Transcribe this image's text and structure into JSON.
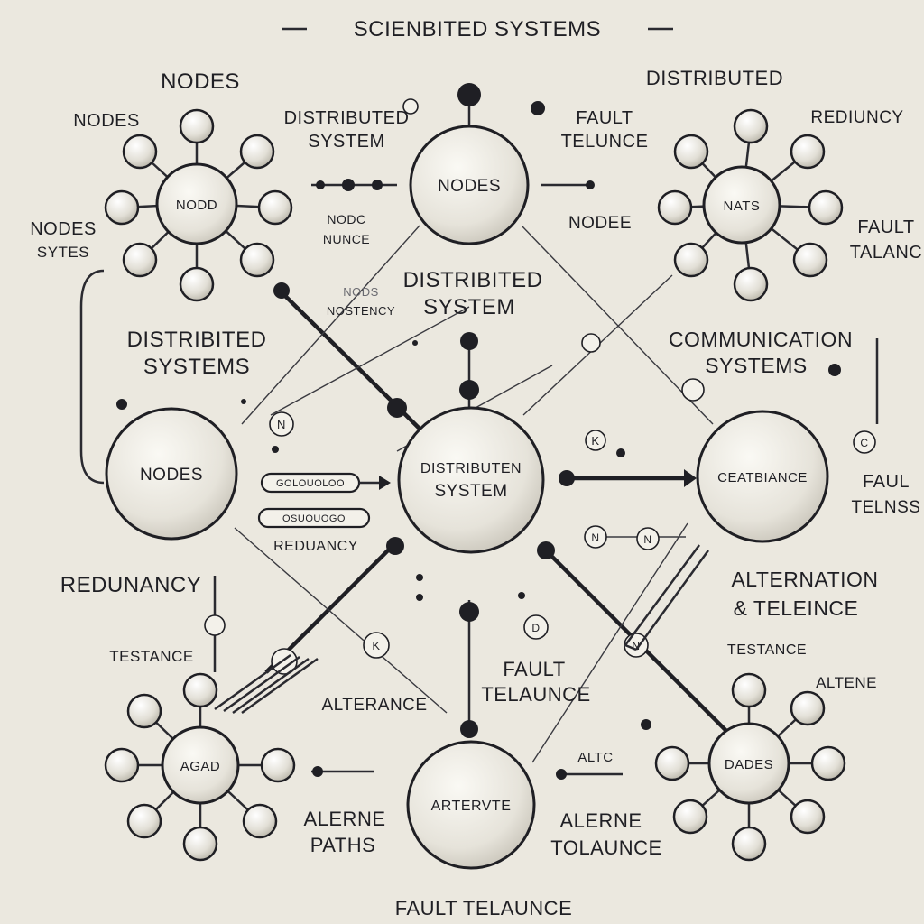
{
  "title": "SCIENBITED SYSTEMS",
  "labels": {
    "nodes_top_left": "NODES",
    "nodes_left": "NODES",
    "distributed_top_right": "DISTRIBUTED",
    "distributed_system_top_1": "DISTRIBUTED",
    "distributed_system_top_2": "SYSTEM",
    "fault_telunce_top_1": "FAULT",
    "fault_telunce_top_2": "TELUNCE",
    "redundancy_top_right": "REDIUNCY",
    "nodes_sytes_1": "NODES",
    "nodes_sytes_2": "SYTES",
    "nodc_nunce_1": "NODC",
    "nodc_nunce_2": "NUNCE",
    "nodee": "NODEE",
    "fault_talanc_1": "FAULT",
    "fault_talanc_2": "TALANC",
    "nodes_nostency_1": "NODS",
    "nodes_nostency_2": "NOSTENCY",
    "distributed_system_center_1": "DISTRIBITED",
    "distributed_system_center_2": "SYSTEM",
    "distributed_systems_left_1": "DISTRIBITED",
    "distributed_systems_left_2": "SYSTEMS",
    "communication_1": "COMMUNICATION",
    "communication_2": "SYSTEMS",
    "fault_telnss_1": "FAUL",
    "fault_telnss_2": "TELNSS",
    "redundancy_center": "REDUANCY",
    "redundancy_left": "REDUNANCY",
    "alternation_1": "ALTERNATION",
    "alternation_2": "& TELEINCE",
    "testance_left": "TESTANCE",
    "testance_right": "TESTANCE",
    "alterance": "ALTERANCE",
    "fault_telaunce_center_1": "FAULT",
    "fault_telaunce_center_2": "TELAUNCE",
    "altene": "ALTENE",
    "altc": "ALTC",
    "alerne_paths_1": "ALERNE",
    "alerne_paths_2": "PATHS",
    "alerne_tolaunce_1": "ALERNE",
    "alerne_tolaunce_2": "TOLAUNCE",
    "fault_telaunce_bottom": "FAULT TELAUNCE"
  },
  "nodes": {
    "hub_top_left": "NODD",
    "hub_top_right": "NATS",
    "hub_bottom_left": "AGAD",
    "hub_bottom_right": "DADES",
    "top_center": "NODES",
    "left_middle": "NODES",
    "center_1": "DISTRIBUTEN",
    "center_2": "SYSTEM",
    "right_middle": "CEATBIANCE",
    "bottom_center": "ARTERVTE"
  },
  "pills": {
    "pill_1": "GOLOUOLOO",
    "pill_2": "OSUOUOGO"
  },
  "glyphs": {
    "n": "N",
    "k": "K",
    "d": "D",
    "c": "C"
  }
}
